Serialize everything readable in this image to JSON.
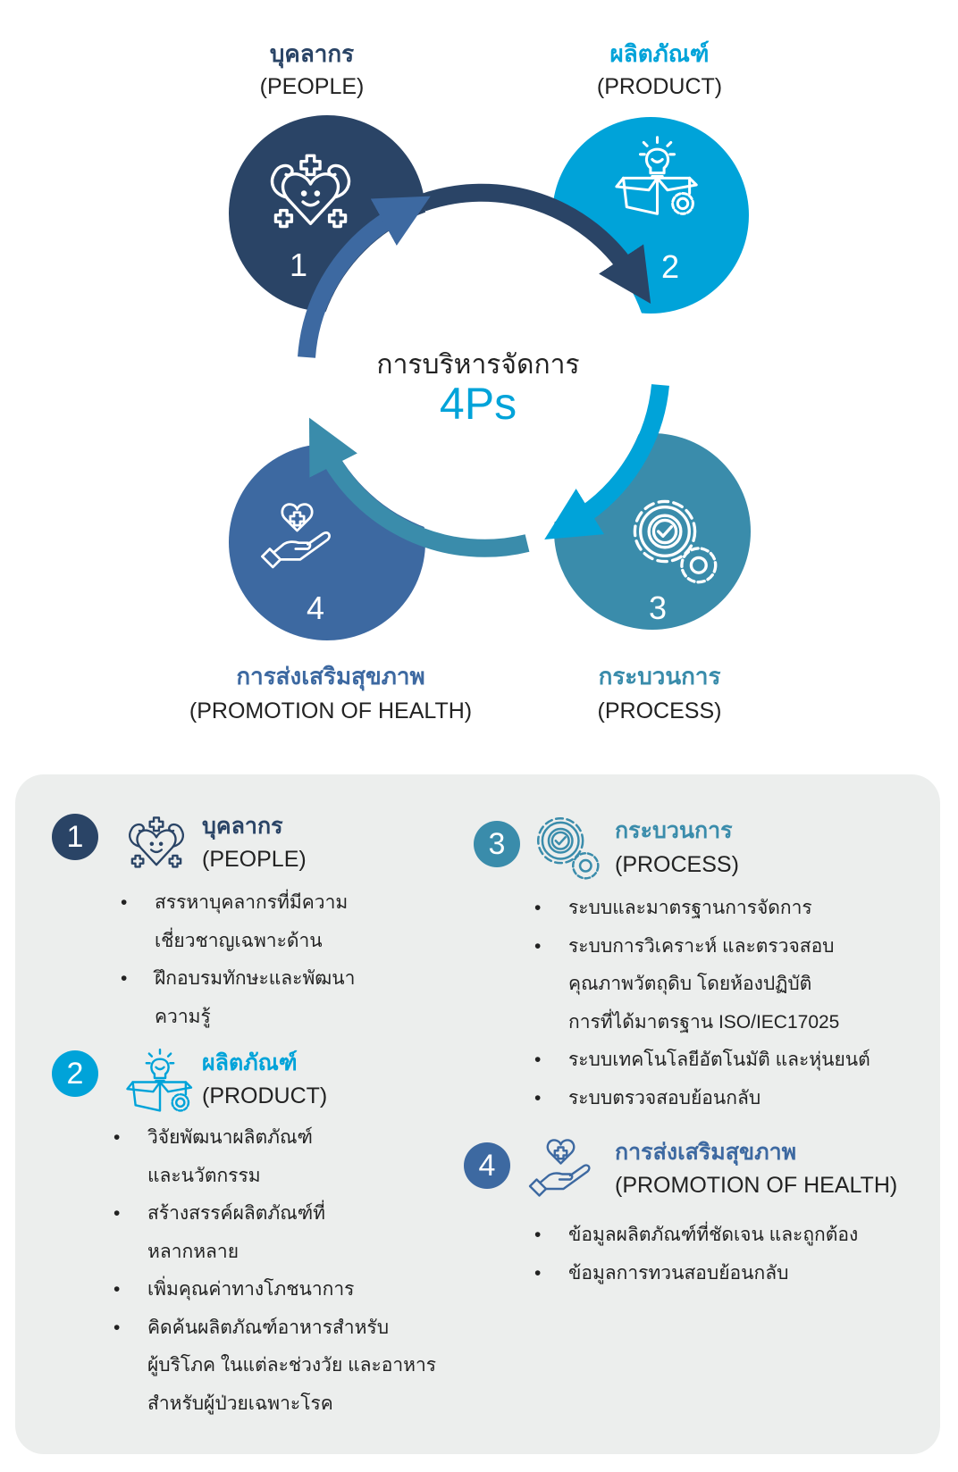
{
  "colors": {
    "people": "#2a4466",
    "product": "#00a3d9",
    "process": "#3a8cab",
    "promotion": "#3d69a1",
    "panel": "#eceeed"
  },
  "diagram": {
    "center_title": "การบริหารจัดการ",
    "center_highlight": "4Ps",
    "quadrants": [
      {
        "num": "1",
        "title": "บุคลากร",
        "subtitle": "(PEOPLE)",
        "icon": "heart-muscle-icon"
      },
      {
        "num": "2",
        "title": "ผลิตภัณฑ์",
        "subtitle": "(PRODUCT)",
        "icon": "box-lightbulb-icon"
      },
      {
        "num": "3",
        "title": "กระบวนการ",
        "subtitle": "(PROCESS)",
        "icon": "gears-check-icon"
      },
      {
        "num": "4",
        "title": "การส่งเสริมสุขภาพ",
        "subtitle": "(PROMOTION OF HEALTH)",
        "icon": "hand-heart-icon"
      }
    ]
  },
  "details": [
    {
      "num": "1",
      "title": "บุคลากร",
      "subtitle": "(PEOPLE)",
      "bullets": [
        [
          "สรรหาบุคลากรที่มีความ",
          "เชี่ยวชาญเฉพาะด้าน"
        ],
        [
          "ฝึกอบรมทักษะและพัฒนา",
          "ความรู้"
        ]
      ]
    },
    {
      "num": "2",
      "title": "ผลิตภัณฑ์",
      "subtitle": "(PRODUCT)",
      "bullets": [
        [
          "วิจัยพัฒนาผลิตภัณฑ์",
          "และนวัตกรรม"
        ],
        [
          "สร้างสรรค์ผลิตภัณฑ์ที่",
          "หลากหลาย"
        ],
        [
          "เพิ่มคุณค่าทางโภชนาการ"
        ],
        [
          "คิดค้นผลิตภัณฑ์อาหารสำหรับ",
          "ผู้บริโภค ในแต่ละช่วงวัย และอาหาร",
          "สำหรับผู้ป่วยเฉพาะโรค"
        ]
      ]
    },
    {
      "num": "3",
      "title": "กระบวนการ",
      "subtitle": "(PROCESS)",
      "bullets": [
        [
          "ระบบและมาตรฐานการจัดการ"
        ],
        [
          "ระบบการวิเคราะห์ และตรวจสอบ",
          "คุณภาพวัตถุดิบ โดยห้องปฏิบัติ",
          "การที่ได้มาตรฐาน ISO/IEC17025"
        ],
        [
          "ระบบเทคโนโลยีอัตโนมัติ และหุ่นยนต์"
        ],
        [
          "ระบบตรวจสอบย้อนกลับ"
        ]
      ]
    },
    {
      "num": "4",
      "title": "การส่งเสริมสุขภาพ",
      "subtitle": "(PROMOTION OF HEALTH)",
      "bullets": [
        [
          "ข้อมูลผลิตภัณฑ์ที่ชัดเจน และถูกต้อง"
        ],
        [
          "ข้อมูลการทวนสอบย้อนกลับ"
        ]
      ]
    }
  ]
}
